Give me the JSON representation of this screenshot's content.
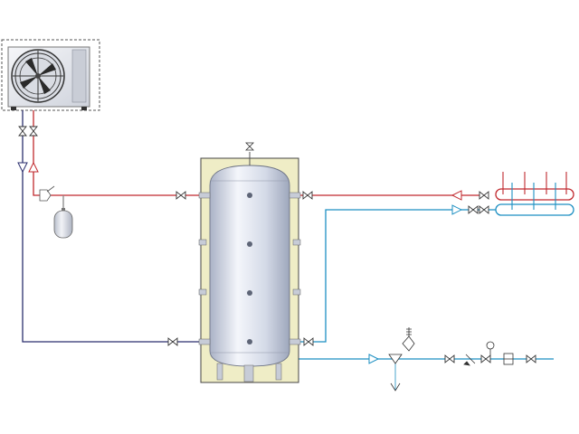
{
  "diagram": {
    "type": "hydraulic-schematic",
    "components": [
      {
        "id": "outdoor-unit",
        "kind": "heat-pump-outdoor-unit",
        "icon": "fan-icon"
      },
      {
        "id": "buffer-tank",
        "kind": "insulated-buffer-tank",
        "icon": "tank-icon"
      },
      {
        "id": "expansion-vessel",
        "kind": "expansion-vessel",
        "icon": "vessel-icon"
      },
      {
        "id": "heating-manifold",
        "kind": "distribution-manifold",
        "icon": "manifold-icon"
      },
      {
        "id": "cold-water-assembly",
        "kind": "inlet-valve-assembly",
        "icon": "valve-icon"
      }
    ],
    "colors": {
      "hot_line": "#c0282d",
      "return_line": "#2b2f6e",
      "cold_line": "#1c8fc2",
      "insulation": "#efedc6",
      "tank_body": "#dfe4ee"
    }
  }
}
